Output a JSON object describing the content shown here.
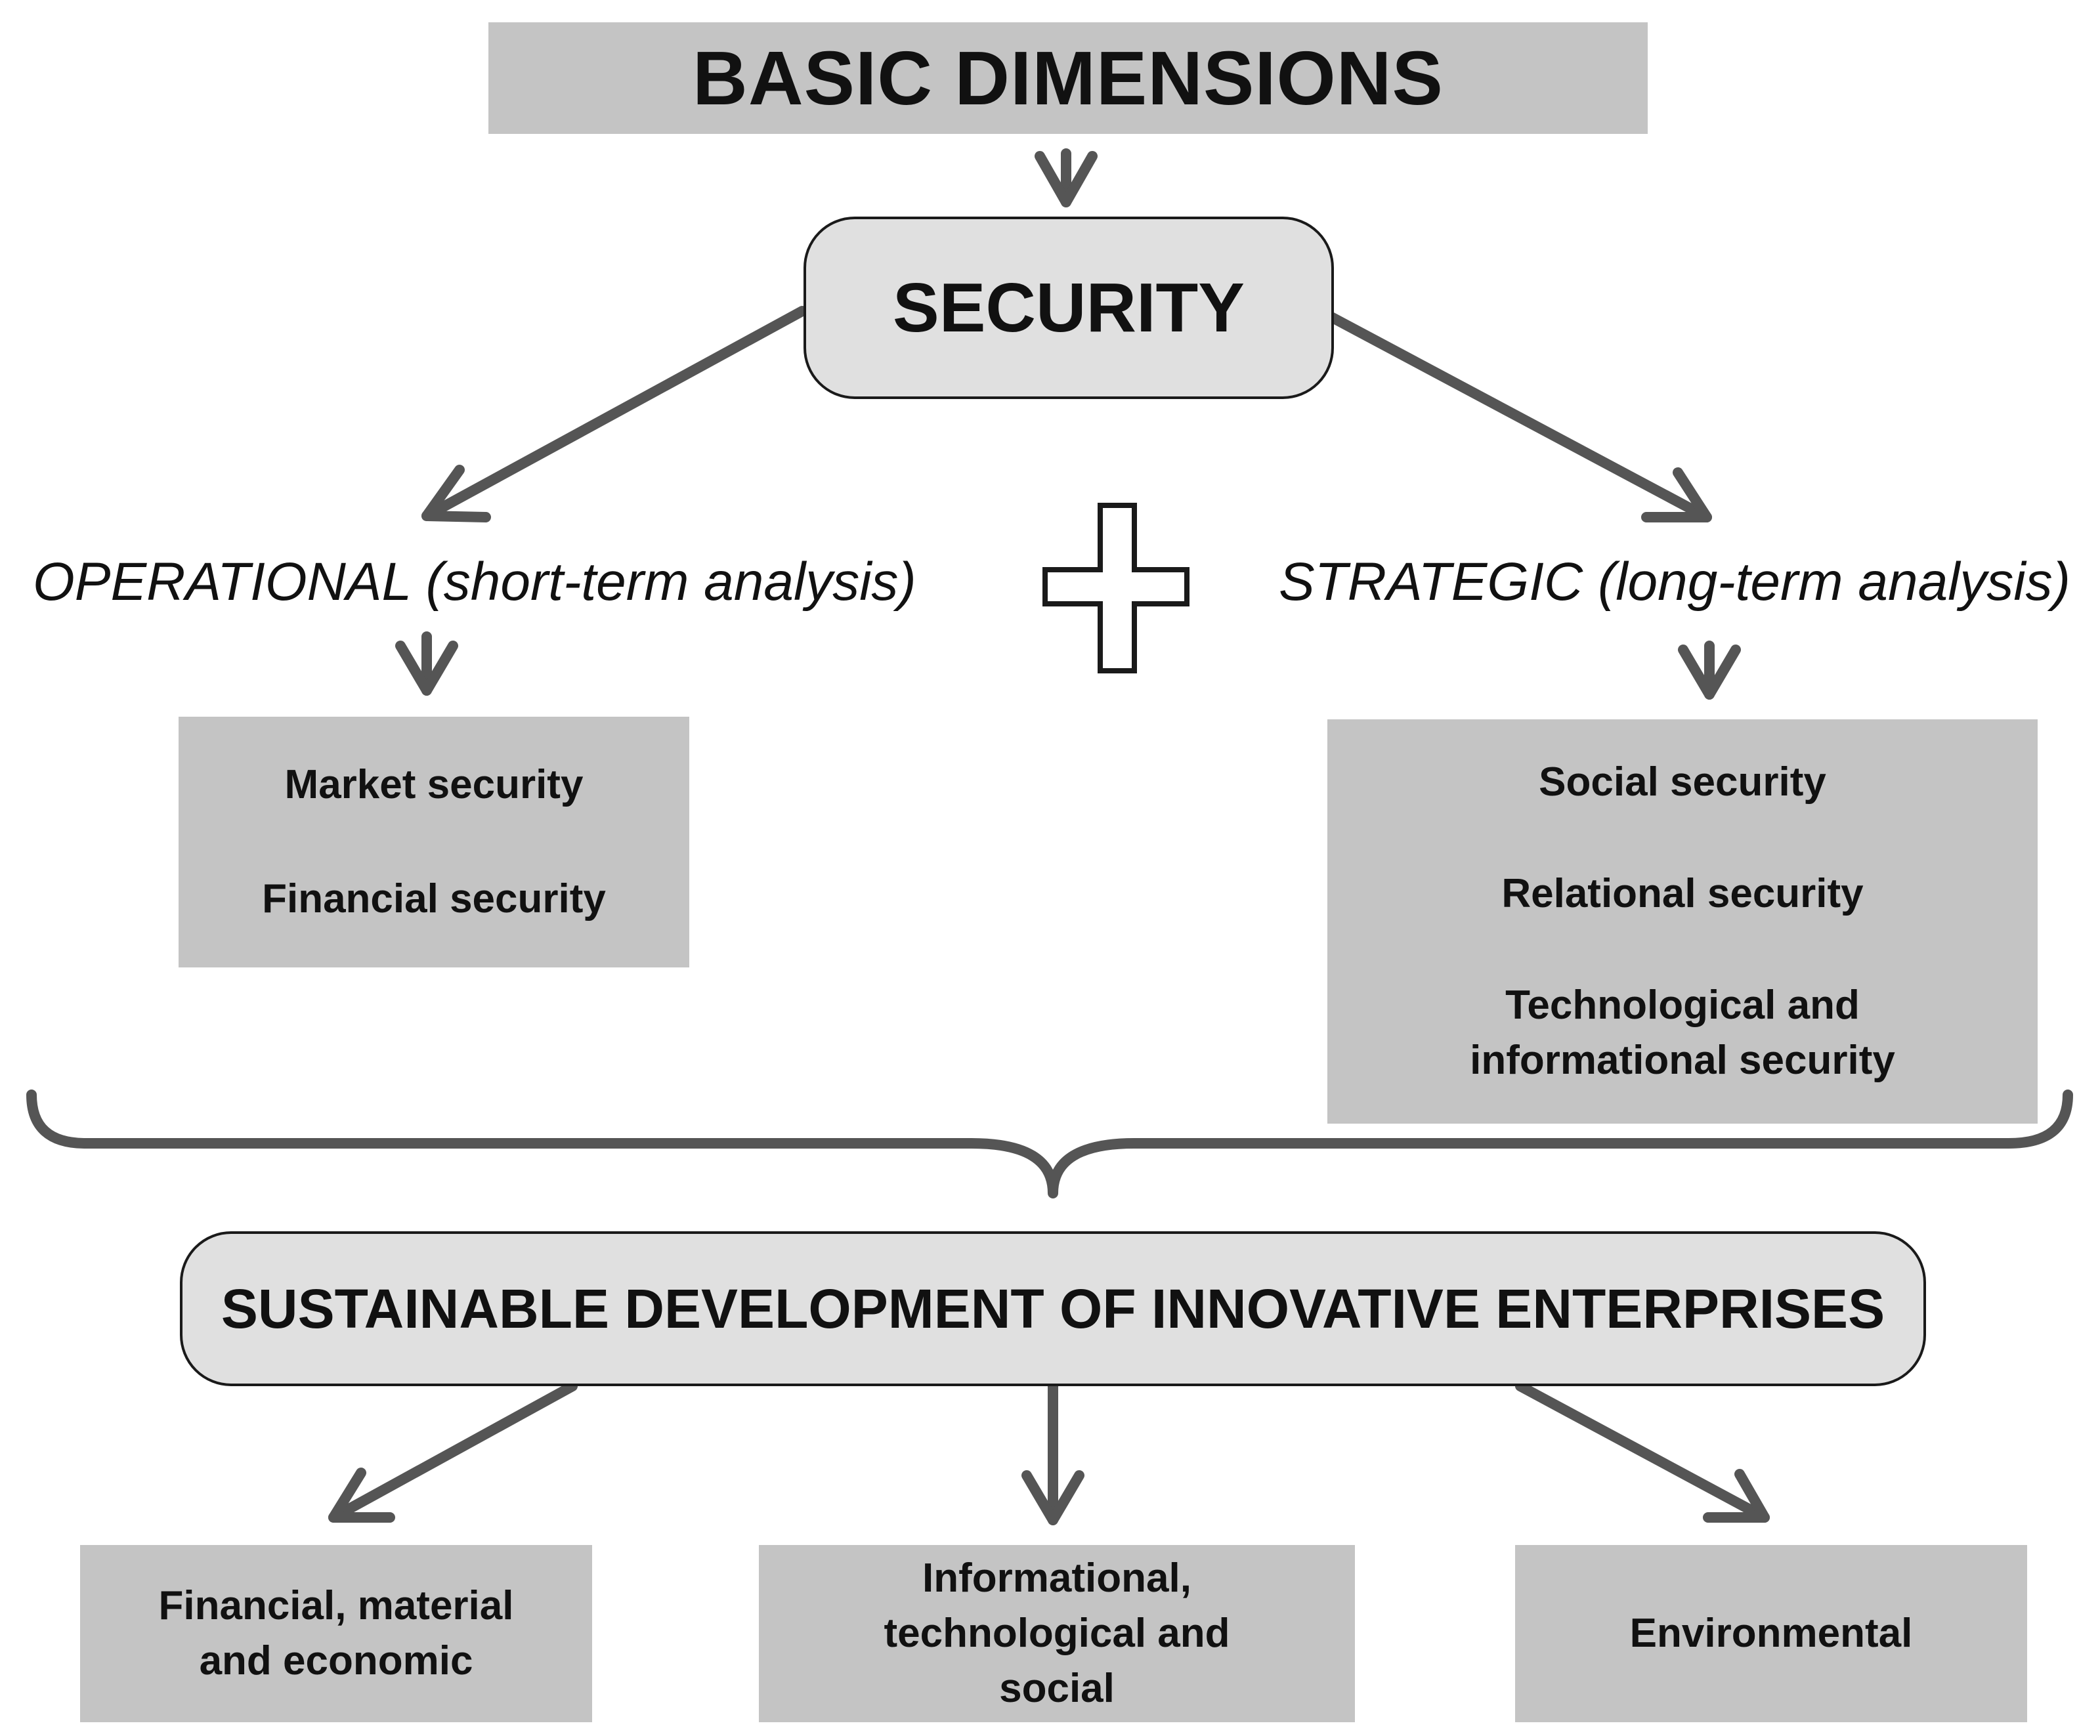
{
  "header": {
    "title": "BASIC DIMENSIONS"
  },
  "security": {
    "label": "SECURITY"
  },
  "operational": {
    "label": "OPERATIONAL (short-term analysis)",
    "items": [
      "Market security",
      "Financial security"
    ]
  },
  "strategic": {
    "label": "STRATEGIC (long-term analysis)",
    "items": [
      "Social security",
      "Relational security",
      "Technological and informational security"
    ]
  },
  "sustainable": {
    "label": "SUSTAINABLE DEVELOPMENT OF INNOVATIVE ENTERPRISES"
  },
  "outcomes": {
    "items": [
      "Financial, material and economic",
      "Informational, technological and social",
      "Environmental"
    ]
  },
  "colors": {
    "box_fill": "#c4c4c4",
    "rounded_fill": "#e0e0e0",
    "arrow": "#555555",
    "outline": "#1a1a1a"
  },
  "icons": {
    "combine": "plus-icon",
    "merge": "curly-brace-icon"
  }
}
